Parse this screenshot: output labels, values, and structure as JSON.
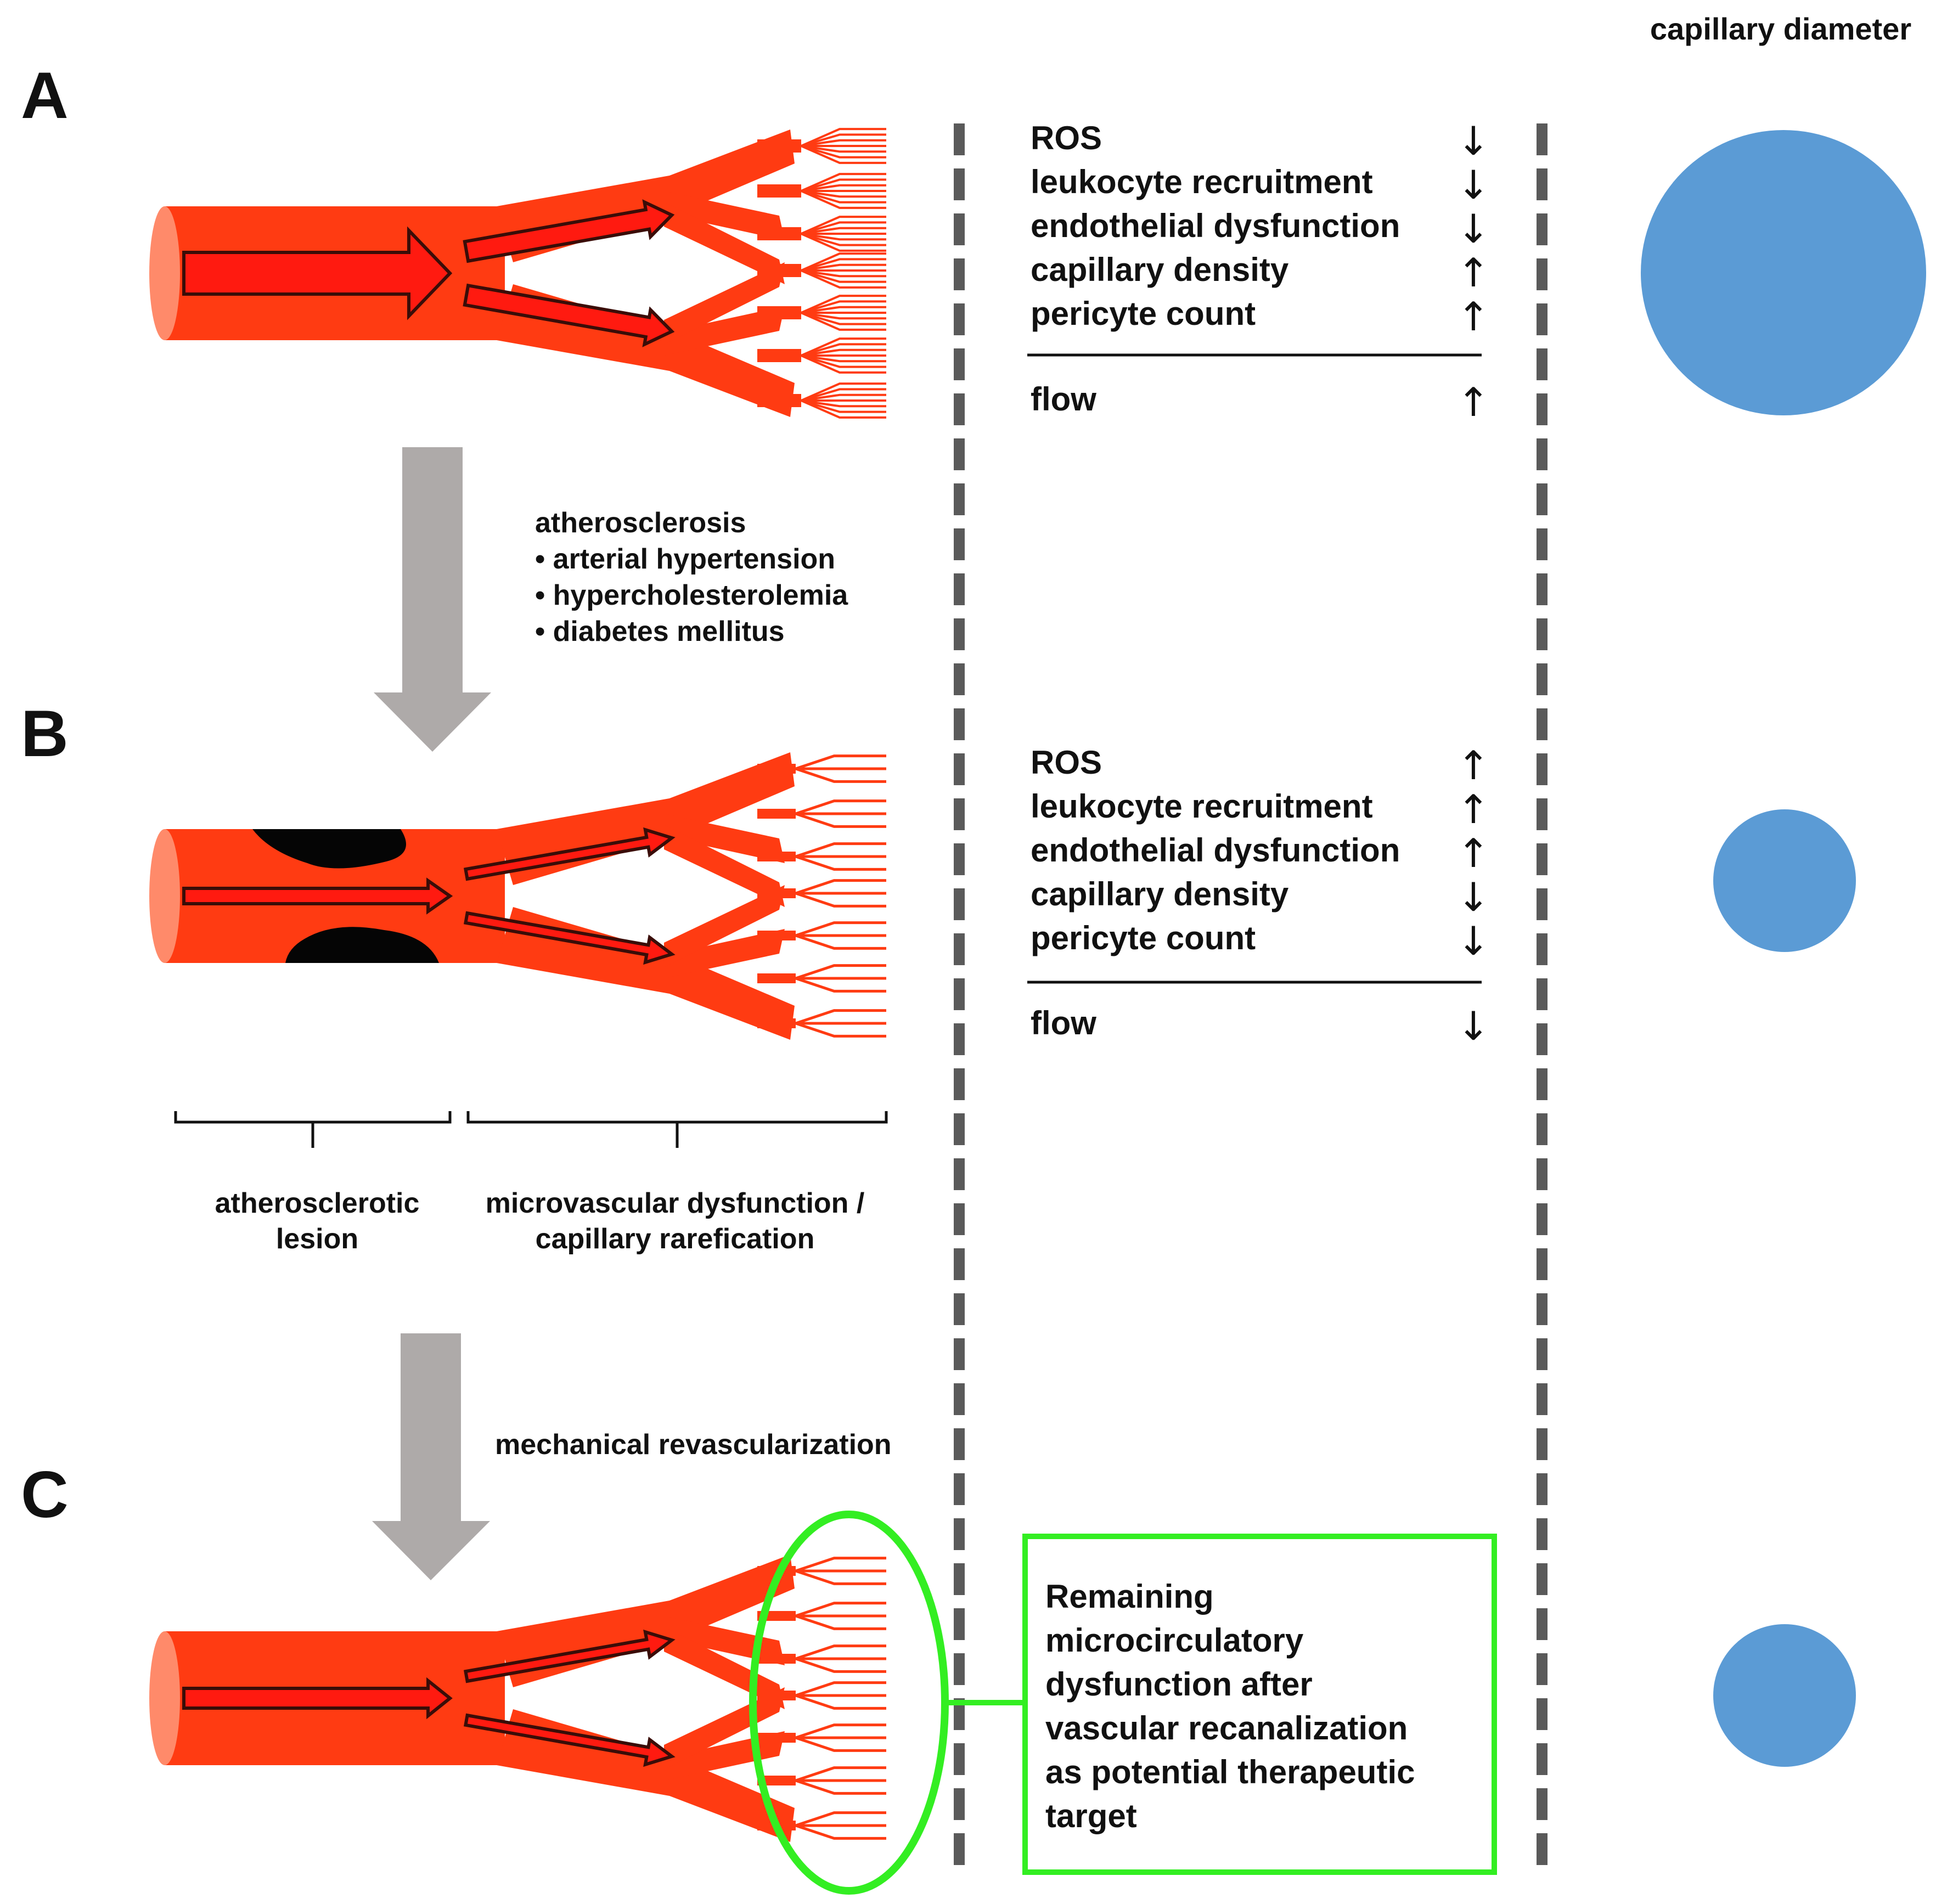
{
  "header": {
    "capillary_diameter": "capillary diameter"
  },
  "panels": [
    {
      "letter": "A",
      "params": [
        {
          "name": "ROS",
          "arrow": "↓"
        },
        {
          "name": "leukocyte recruitment",
          "arrow": "↓"
        },
        {
          "name": "endothelial dysfunction",
          "arrow": "↓"
        },
        {
          "name": "capillary density",
          "arrow": "↑"
        },
        {
          "name": "pericyte count",
          "arrow": "↑"
        }
      ],
      "flow": {
        "name": "flow",
        "arrow": "↑"
      }
    },
    {
      "letter": "B",
      "params": [
        {
          "name": "ROS",
          "arrow": "↑"
        },
        {
          "name": "leukocyte recruitment",
          "arrow": "↑"
        },
        {
          "name": "endothelial dysfunction",
          "arrow": "↑"
        },
        {
          "name": "capillary density",
          "arrow": "↓"
        },
        {
          "name": "pericyte count",
          "arrow": "↓"
        }
      ],
      "flow": {
        "name": "flow",
        "arrow": "↓"
      }
    },
    {
      "letter": "C"
    }
  ],
  "transition_ab": {
    "title": "atherosclerosis",
    "items": [
      "• arterial hypertension",
      "• hypercholesterolemia",
      "• diabetes mellitus"
    ]
  },
  "braces": {
    "left": [
      "atherosclerotic",
      "lesion"
    ],
    "right": [
      "microvascular dysfunction /",
      "capillary rarefication"
    ]
  },
  "transition_bc": {
    "title": "mechanical revascularization"
  },
  "callout": {
    "lines": [
      "Remaining",
      "microcirculatory",
      "dysfunction after",
      "vascular recanalization",
      "as potential therapeutic",
      "target"
    ],
    "color": "#33ee22"
  },
  "colors": {
    "vessel": "#ff3b12",
    "vessel_end": "#ff8a6a",
    "flow_arrow": "#ff1a10",
    "plaque": "#050505",
    "grey_arrow": "#aeaaa9",
    "dashed_line": "#5a5a5a",
    "capillary_circle": "#5b9bd5"
  }
}
